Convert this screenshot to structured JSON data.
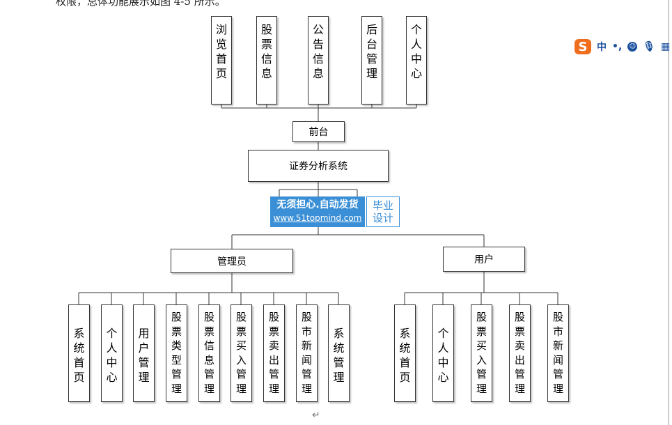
{
  "document": {
    "intro_text": "权限，总体功能展示如图 4-5 所示。",
    "paragraph_mark": "↵"
  },
  "diagram": {
    "front_modules": [
      "浏览首页",
      "股票信息",
      "公告信息",
      "后台管理",
      "个人中心"
    ],
    "front_node": "前台",
    "root_node": "证券分析系统",
    "admin_node": "管理员",
    "user_node": "用户",
    "admin_modules": [
      "系统首页",
      "个人中心",
      "用户管理",
      "股票类型管理",
      "股票信息管理",
      "股票买入管理",
      "股票卖出管理",
      "股市新闻管理",
      "系统管理"
    ],
    "user_modules": [
      "系统首页",
      "个人中心",
      "股票买入管理",
      "股票卖出管理",
      "股市新闻管理"
    ]
  },
  "watermark": {
    "line1": "无须担心.自动发货",
    "line2": "www.51topmind.com",
    "side1": "毕业",
    "side2": "设计",
    "color": "#3a8fd6"
  },
  "ime_toolbar": {
    "logo": "S",
    "lang": "中",
    "punct": "•,",
    "accent": "#f06d1e"
  }
}
